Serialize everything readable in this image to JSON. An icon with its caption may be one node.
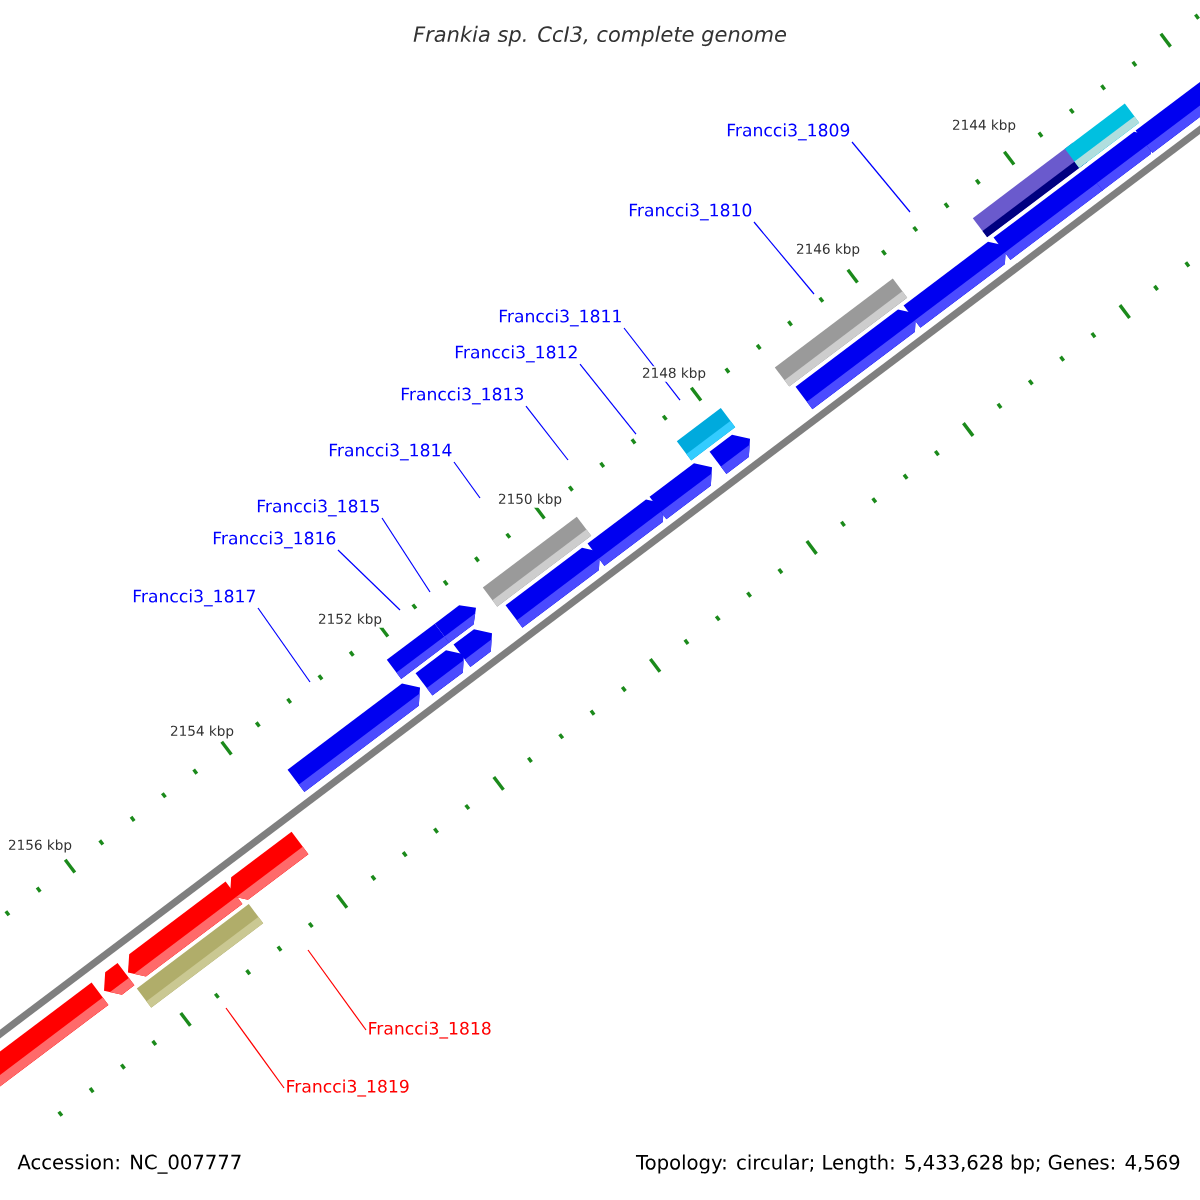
{
  "diagram": {
    "title": "Frankia sp. CcI3, complete genome",
    "nodes": [
      {
        "text": [
          "Francci3_1809"
        ]
      },
      {
        "text": [
          "Francci3_1810"
        ]
      },
      {
        "text": [
          "Francci3_1811"
        ]
      },
      {
        "text": [
          "Francci3_1812"
        ]
      },
      {
        "text": [
          "Francci3_1813"
        ]
      },
      {
        "text": [
          "Francci3_1814"
        ]
      },
      {
        "text": [
          "Francci3_1815"
        ]
      },
      {
        "text": [
          "Francci3_1816"
        ]
      },
      {
        "text": [
          "Francci3_1817"
        ]
      },
      {
        "text": [
          "Francci3_1818"
        ]
      },
      {
        "text": [
          "Francci3_1819"
        ]
      }
    ],
    "edges": [
      {
        "from": 0,
        "to": null,
        "arrow": "none"
      },
      {
        "from": 1,
        "to": null,
        "arrow": "none"
      },
      {
        "from": 2,
        "to": null,
        "arrow": "none"
      },
      {
        "from": 3,
        "to": null,
        "arrow": "none"
      },
      {
        "from": 4,
        "to": null,
        "arrow": "none"
      },
      {
        "from": 5,
        "to": null,
        "arrow": "none"
      },
      {
        "from": 6,
        "to": null,
        "arrow": "none"
      },
      {
        "from": 7,
        "to": null,
        "arrow": "none"
      },
      {
        "from": 8,
        "to": null,
        "arrow": "none"
      },
      {
        "from": 9,
        "to": null,
        "arrow": "none",
        "color": "#ff0000"
      },
      {
        "from": 10,
        "to": null,
        "arrow": "none",
        "color": "#ff0000"
      }
    ],
    "labels": [
      "2144 kbp",
      "2146 kbp",
      "2148 kbp",
      "2150 kbp",
      "2152 kbp",
      "2154 kbp",
      "2156 kbp",
      "Accession: NC_007777",
      "Topology: circular; Length: 5,433,628 bp; Genes: 4,569"
    ]
  }
}
